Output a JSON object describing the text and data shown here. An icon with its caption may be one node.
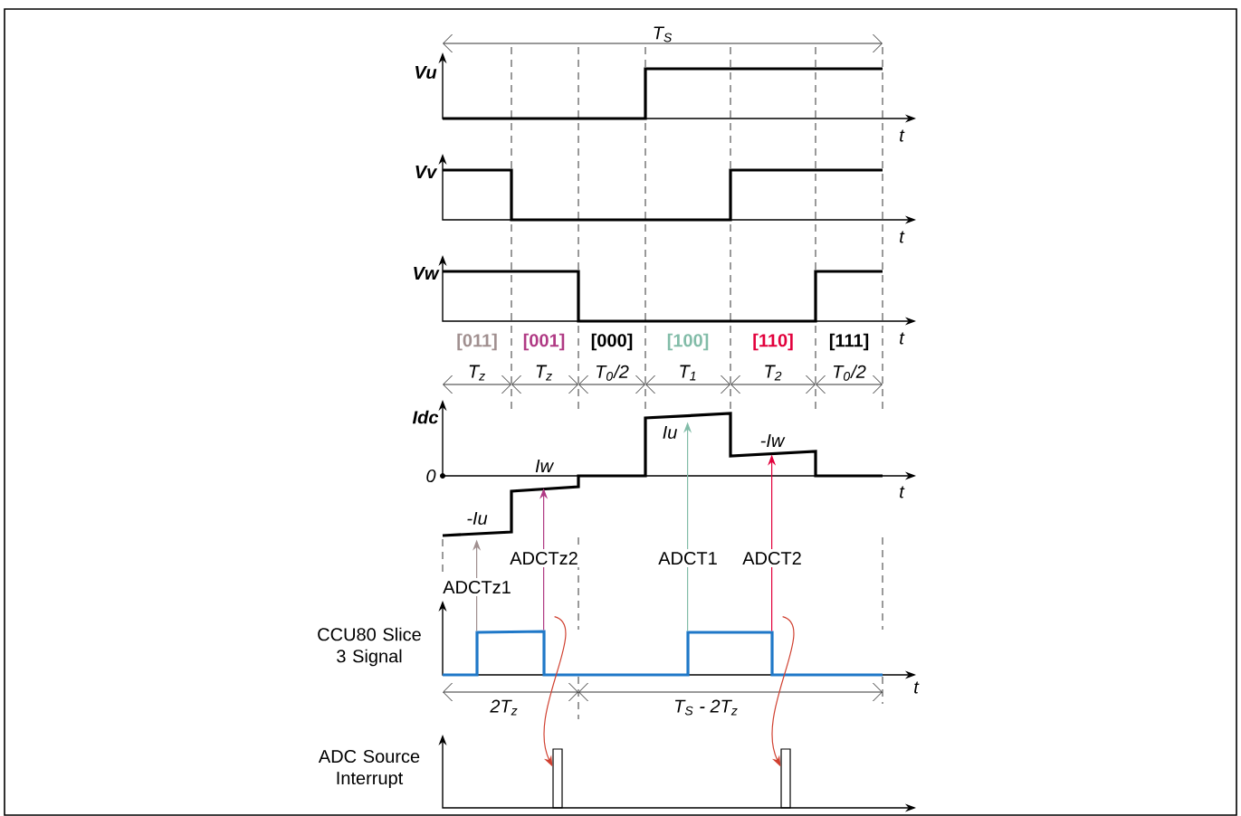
{
  "diagram": {
    "nodes": [
      {
        "text": [],
        "shape": "picture"
      },
      {
        "text": [],
        "shape": "picture"
      },
      {
        "text": [],
        "shape": "bar"
      },
      {
        "text": [],
        "shape": "bar"
      }
    ],
    "edges": [
      {
        "from": 1,
        "to": 0,
        "arrow": "to",
        "label": "ADCTz2",
        "color": "#b03a84"
      },
      {
        "from": 1,
        "to": 0,
        "arrow": "to",
        "label": "ADCT1",
        "color": "#82bca8"
      },
      {
        "from": 1,
        "to": 0,
        "arrow": "to",
        "label": "ADCT2",
        "color": "#e2003c"
      },
      {
        "from": 1,
        "to": 0,
        "arrow": "to",
        "label": "ADCTz1",
        "color": "#a08f8f"
      },
      {
        "from": 1,
        "to": 2,
        "arrow": "to",
        "color": "#d04030"
      },
      {
        "from": 1,
        "to": 3,
        "arrow": "to",
        "color": "#d04030"
      }
    ],
    "labels": [
      "T$_{S}$",
      "Vu",
      "t",
      "Vv",
      "t",
      "Vw",
      "[011]",
      "[001]",
      "[000]",
      "[100]",
      "[110]",
      "[111]",
      "t",
      "T$_{z}$",
      "T$_{z}$",
      "T$_{0}$/2",
      "T$_{1}$",
      "T$_{2}$",
      "T$_{0}$/2",
      "Idc",
      "Iu",
      "-Iw",
      "Iw",
      "0",
      "t",
      "-Iu",
      "CCU80 Slice 3 Signal",
      "t",
      "2T$_{z}$",
      "T$_{S}$ - 2T$_{z}$",
      "ADC Source Interrupt"
    ]
  }
}
